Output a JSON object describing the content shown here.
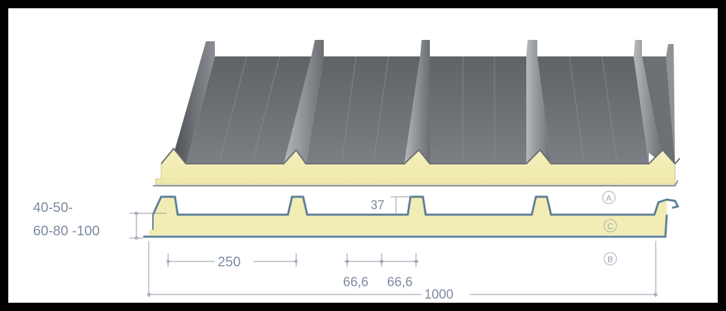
{
  "diagram": {
    "dimensions": {
      "thickness_line1": "40-50-",
      "thickness_line2": "60-80 -100",
      "rib_height": "37",
      "rib_spacing": "250",
      "sub_rib_1": "66,6",
      "sub_rib_2": "66,6",
      "total_width": "1000"
    },
    "markers": {
      "a": "A",
      "b": "B",
      "c": "C"
    },
    "colors": {
      "steel": "#6f7377",
      "steel_light": "#9ea2a6",
      "foam": "#f3efb6",
      "section_line": "#5d7f97",
      "dimension": "#7d8aa0"
    }
  }
}
